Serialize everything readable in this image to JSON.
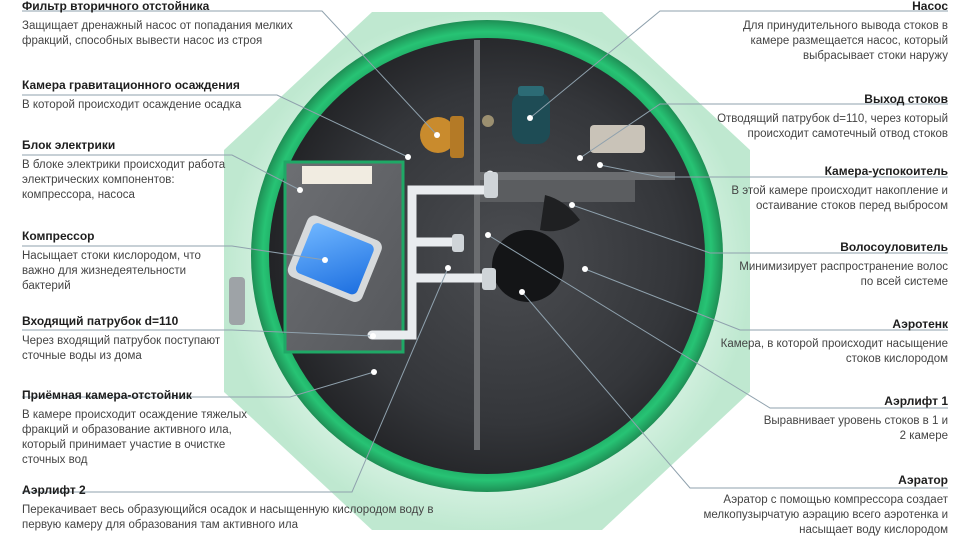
{
  "labels_left": [
    {
      "title": "Фильтр вторичного отстойника",
      "desc": "Защищает дренажный насос от попадания мелких фракций, способных вывести насос из строя"
    },
    {
      "title": "Камера гравитационного осаждения",
      "desc": "В которой  происходит осаждение осадка"
    },
    {
      "title": "Блок электрики",
      "desc": "В блоке электрики происходит работа электрических компонентов: компрессора, насоса"
    },
    {
      "title": "Компрессор",
      "desc": "Насыщает стоки кислородом, что важно для жизнедеятельности бактерий"
    },
    {
      "title": "Входящий патрубок d=110",
      "desc": "Через входящий патрубок поступают сточные воды из дома"
    },
    {
      "title": "Приёмная камера-отстойник",
      "desc": "В камере происходит осаждение тяжелых фракций и образование активного ила, который принимает участие в очистке сточных вод"
    },
    {
      "title": "Аэрлифт 2",
      "desc": "Перекачивает весь образующийся осадок и насыщенную кислородом воду в первую камеру для образования там активного ила"
    }
  ],
  "labels_right": [
    {
      "title": "Насос",
      "desc": "Для принудительного вывода стоков в камере размещается насос, который выбрасывает стоки наружу"
    },
    {
      "title": "Выход стоков",
      "desc": "Отводящий патрубок d=110, через который происходит самотечный отвод стоков"
    },
    {
      "title": "Камера-успокоитель",
      "desc": "В этой камере происходит накопление и остаивание стоков перед выбросом"
    },
    {
      "title": "Волосоуловитель",
      "desc": "Минимизирует распространение волос по всей системе"
    },
    {
      "title": "Аэротенк",
      "desc": "Камера, в которой происходит насыщение стоков кислородом"
    },
    {
      "title": "Аэрлифт 1",
      "desc": "Выравнивает уровень стоков в 1 и 2 камере"
    },
    {
      "title": "Аэратор",
      "desc": "Аэратор с помощью компрессора создает мелкопузырчатую аэрацию всего аэротенка и насыщает воду кислородом"
    }
  ],
  "colors": {
    "green_glow": "#c9efd9",
    "green_ring": "#20b46b",
    "interior_dark": "#2c2e31",
    "line": "#8a9aa8"
  }
}
